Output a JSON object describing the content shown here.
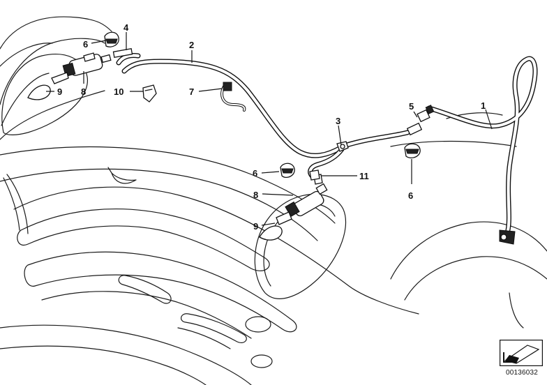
{
  "diagram": {
    "reference_number": "00136032",
    "callouts": {
      "c1": "1",
      "c2": "2",
      "c3": "3",
      "c4": "4",
      "c5": "5",
      "c6a": "6",
      "c6b": "6",
      "c6c": "6",
      "c7": "7",
      "c8a": "8",
      "c8b": "8",
      "c9a": "9",
      "c9b": "9",
      "c10": "10",
      "c11": "11"
    },
    "icons": {
      "reference_symbol": "arrow-pointing-down-left-icon"
    }
  }
}
